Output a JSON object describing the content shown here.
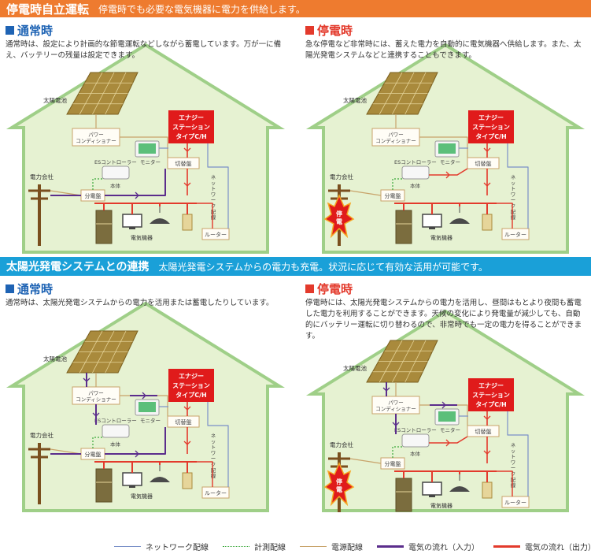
{
  "sections": [
    {
      "title": "停電時自立運転",
      "subtitle": "停電時でも必要な電気機器に電力を供給します。"
    },
    {
      "title": "太陽光発電システムとの連携",
      "subtitle": "太陽光発電システムからの電力も充電。状況に応じて有効な活用が可能です。"
    }
  ],
  "panels": [
    {
      "heading": "通常時",
      "desc": "通常時は、設定により計画的な節電運転などしながら蓄電しています。万が一に備え、バッテリーの残量は設定できます。"
    },
    {
      "heading": "停電時",
      "desc": "急な停電など非常時には、蓄えた電力を自動的に電気機器へ供給します。また、太陽光発電システムなどと連携することもできます。"
    },
    {
      "heading": "通常時",
      "desc": "通常時は、太陽光発電システムからの電力を活用または蓄電したりしています。"
    },
    {
      "heading": "停電時",
      "desc": "停電時には、太陽光発電システムからの電力を活用し、昼間はもとより夜間も蓄電した電力を利用することができます。天候の変化により発電量が減少しても、自動的にバッテリー運転に切り替わるので、非常時でも一定の電力を得ることができます。"
    }
  ],
  "diagram_labels": {
    "solar": "太陽電池",
    "power_conditioner_1": "パワー",
    "power_conditioner_2": "コンディショナー",
    "es_controller": "ESコントローラー",
    "monitor": "モニター",
    "switchboard": "切替盤",
    "main_unit": "本体",
    "distribution": "分電盤",
    "utility": "電力会社",
    "appliances": "電気機器",
    "router": "ルーター",
    "network_wiring": "ネットワーク配線",
    "energy_1": "エナジー",
    "energy_2": "ステーション",
    "energy_3": "タイプC/H",
    "outage": "停電"
  },
  "legend": [
    {
      "label": "ネットワーク配線",
      "color": "#7a90c8",
      "style": "solid"
    },
    {
      "label": "計測配線",
      "color": "#3aa83a",
      "style": "dotted"
    },
    {
      "label": "電源配線",
      "color": "#c8a36a",
      "style": "solid"
    },
    {
      "label": "電気の流れ（入力）",
      "color": "#5b2d8c",
      "style": "solid"
    },
    {
      "label": "電気の流れ（出力）",
      "color": "#e33a2c",
      "style": "solid"
    }
  ],
  "colors": {
    "normal": "#1e63b4",
    "outage": "#e33a2c",
    "house_fill": "#e6f2d2",
    "house_stroke": "#9fcf88",
    "band_orange": "#ee7b2f",
    "band_blue": "#1aa0d8"
  }
}
